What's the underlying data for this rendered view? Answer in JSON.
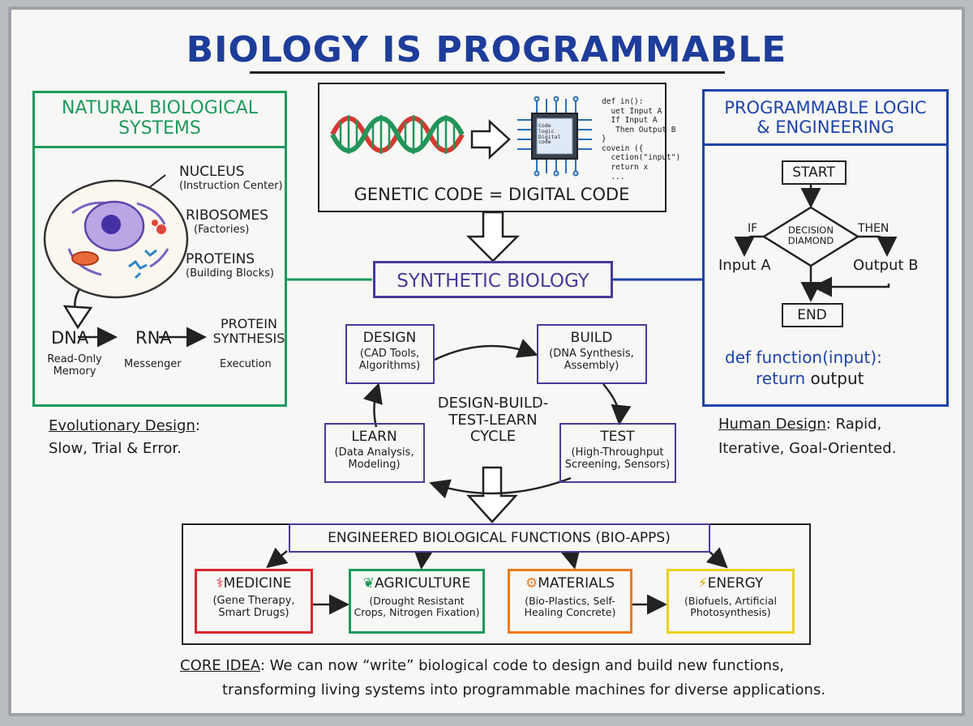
{
  "title": "BIOLOGY IS PROGRAMMABLE",
  "natural": {
    "heading_line1": "NATURAL BIOLOGICAL",
    "heading_line2": "SYSTEMS",
    "nucleus": "NUCLEUS",
    "nucleus_sub": "(Instruction Center)",
    "ribosomes": "RIBOSOMES",
    "ribosomes_sub": "(Factories)",
    "proteins": "PROTEINS",
    "proteins_sub": "(Building Blocks)",
    "dna": "DNA",
    "rna": "RNA",
    "protein_synthesis_1": "PROTEIN",
    "protein_synthesis_2": "SYNTHESIS",
    "dna_sub_1": "Read-Only",
    "dna_sub_2": "Memory",
    "rna_sub": "Messenger",
    "synth_sub": "Execution",
    "evo_label": "Evolutionary Design",
    "evo_colon": ":",
    "evo_desc": "Slow, Trial & Error."
  },
  "genetic": {
    "label": "GENETIC CODE = DIGITAL CODE",
    "chip_text": [
      "Code",
      "logic",
      "Digital",
      "code"
    ],
    "code_lines": [
      "def in():",
      "  uet Input A",
      "  If Input A",
      "   Then Output B",
      "}",
      "covein ({",
      "  cetion(\"input\")",
      "  return x",
      "  ..."
    ]
  },
  "synthetic": "SYNTHETIC BIOLOGY",
  "logic": {
    "heading_line1": "PROGRAMMABLE LOGIC",
    "heading_line2": "& ENGINEERING",
    "start": "START",
    "decision_1": "DECISION",
    "decision_2": "DIAMOND",
    "if": "IF",
    "then": "THEN",
    "input_a": "Input A",
    "output_b": "Output B",
    "end": "END",
    "code_def": "def",
    "code_fn": "function(input):",
    "code_return": "return",
    "code_output": "output",
    "human_label": "Human Design",
    "human_desc_1": ": Rapid,",
    "human_desc_2": "Iterative, Goal-Oriented."
  },
  "cycle": {
    "label_1": "DESIGN-BUILD-",
    "label_2": "TEST-LEARN",
    "label_3": "CYCLE",
    "design": "DESIGN",
    "design_sub_1": "(CAD Tools,",
    "design_sub_2": "Algorithms)",
    "build": "BUILD",
    "build_sub_1": "(DNA Synthesis,",
    "build_sub_2": "Assembly)",
    "test": "TEST",
    "test_sub_1": "(High-Throughput",
    "test_sub_2": "Screening, Sensors)",
    "learn": "LEARN",
    "learn_sub_1": "(Data Analysis,",
    "learn_sub_2": "Modeling)"
  },
  "apps": {
    "heading": "ENGINEERED BIOLOGICAL FUNCTIONS (BIO-APPS)",
    "medicine": "MEDICINE",
    "medicine_sub_1": "(Gene Therapy,",
    "medicine_sub_2": "Smart Drugs)",
    "agriculture": "AGRICULTURE",
    "agriculture_sub_1": "(Drought Resistant",
    "agriculture_sub_2": "Crops, Nitrogen Fixation)",
    "materials": "MATERIALS",
    "materials_sub_1": "(Bio-Plastics, Self-",
    "materials_sub_2": "Healing Concrete)",
    "energy": "ENERGY",
    "energy_sub_1": "(Biofuels, Artificial",
    "energy_sub_2": "Photosynthesis)"
  },
  "core": {
    "label": "CORE IDEA",
    "line1": ": We can now “write” biological code to design and build new functions,",
    "line2": "transforming living systems into programmable machines for diverse applications."
  },
  "colors": {
    "title": "#1e3d9a",
    "green": "#1f9a5c",
    "blue": "#1e44a8",
    "purple": "#4a3a9a",
    "red": "#d8262c",
    "orange": "#ee7b1a",
    "yellow": "#e8d21c"
  }
}
